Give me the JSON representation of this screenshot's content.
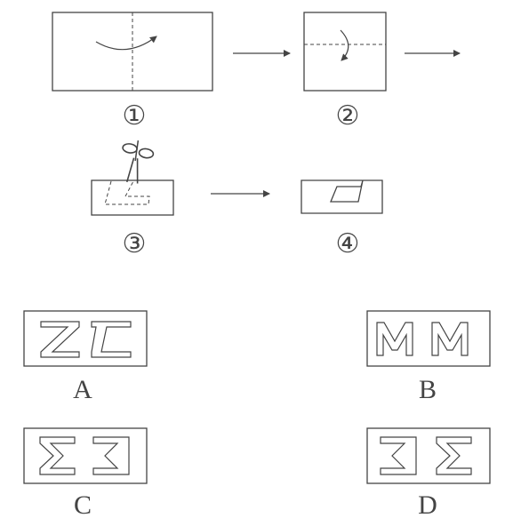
{
  "steps": {
    "step1": "①",
    "step2": "②",
    "step3": "③",
    "step4": "④"
  },
  "options": {
    "a": "A",
    "b": "B",
    "c": "C",
    "d": "D"
  },
  "icons": {
    "scissors": "scissors-icon",
    "fold_arrow": "curved-arrow-icon"
  },
  "colors": {
    "ink": "#444444",
    "background": "#ffffff"
  }
}
